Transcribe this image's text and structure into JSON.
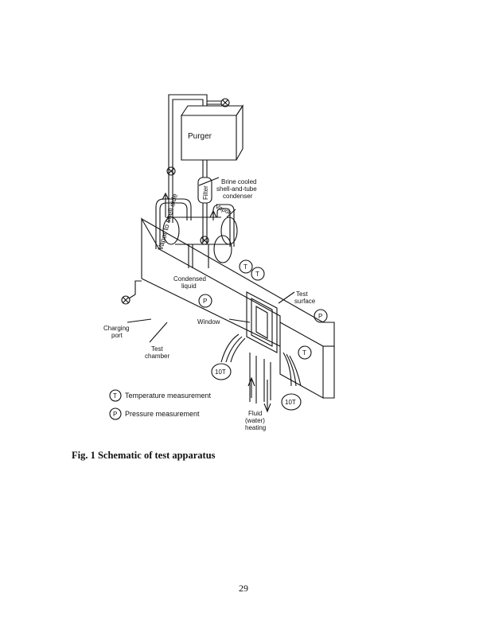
{
  "figure": {
    "labels": {
      "purger": "Purger",
      "filter": "Filter",
      "vapor_to_shell_side": "Vapor to shell side",
      "vapor": "Vapor",
      "brine_1": "Brine cooled",
      "brine_2": "shell-and-tube",
      "brine_3": "condenser",
      "condensed_1": "Condensed",
      "condensed_2": "liquid",
      "test_surface_1": "Test",
      "test_surface_2": "surface",
      "window": "Window",
      "charging_1": "Charging",
      "charging_2": "port",
      "test_chamber_1": "Test",
      "test_chamber_2": "chamber",
      "fluid_1": "Fluid",
      "fluid_2": "(water)",
      "fluid_3": "heating",
      "thermocouple_bundle": "10T",
      "temp_symbol": "T",
      "pressure_symbol": "P"
    },
    "legend": {
      "temperature": "Temperature measurement",
      "pressure": "Pressure measurement"
    }
  },
  "caption": "Fig. 1  Schematic of test apparatus",
  "page_number": "29"
}
